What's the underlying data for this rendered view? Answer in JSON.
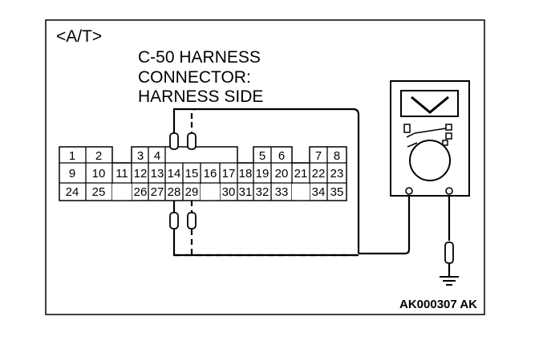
{
  "diagram": {
    "variant_label": "<A/T>",
    "title_lines": [
      "C-50 HARNESS",
      "CONNECTOR:",
      "HARNESS SIDE"
    ],
    "figure_code": "AK000307 AK",
    "connector": {
      "row1": [
        "1",
        "2",
        "3",
        "4",
        "5",
        "6",
        "7",
        "8"
      ],
      "row2": [
        "9",
        "10",
        "11",
        "12",
        "13",
        "14",
        "15",
        "16",
        "17",
        "18",
        "19",
        "20",
        "21",
        "22",
        "23"
      ],
      "row3": [
        "24",
        "25",
        "26",
        "27",
        "28",
        "29",
        "30",
        "31",
        "32",
        "33",
        "34",
        "35"
      ]
    }
  }
}
